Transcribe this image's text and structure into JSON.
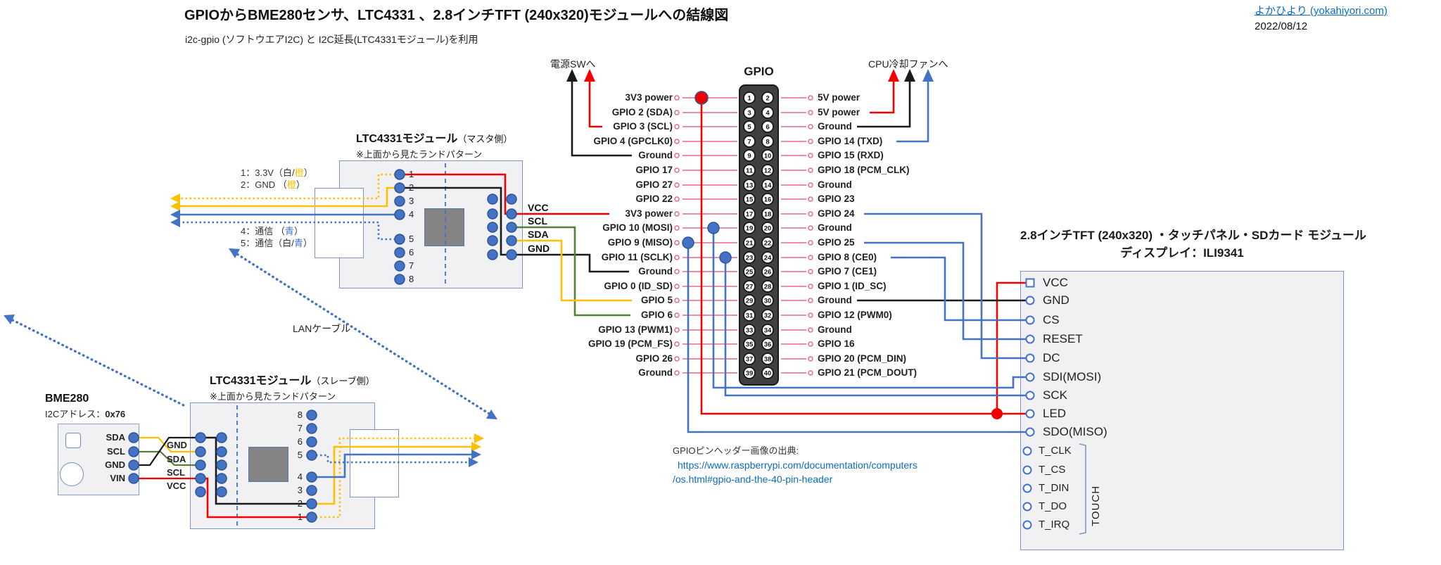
{
  "meta": {
    "title": "GPIOからBME280センサ、LTC4331 、2.8インチTFT (240x320)モジュールへの結線図",
    "subtitle": "i2c-gpio (ソフトウエアI2C) と I2C延長(LTC4331モジュール)を利用",
    "site_link": "よかひより (yokahiyori.com)",
    "date": "2022/08/12"
  },
  "gpio": {
    "label": "GPIO",
    "left_pins": [
      "3V3 power",
      "GPIO 2 (SDA)",
      "GPIO 3 (SCL)",
      "GPIO 4 (GPCLK0)",
      "Ground",
      "GPIO 17",
      "GPIO 27",
      "GPIO 22",
      "3V3 power",
      "GPIO 10 (MOSI)",
      "GPIO 9 (MISO)",
      "GPIO 11 (SCLK)",
      "Ground",
      "GPIO 0 (ID_SD)",
      "GPIO 5",
      "GPIO 6",
      "GPIO 13 (PWM1)",
      "GPIO 19 (PCM_FS)",
      "GPIO 26",
      "Ground"
    ],
    "right_pins": [
      "5V power",
      "5V power",
      "Ground",
      "GPIO 14 (TXD)",
      "GPIO 15 (RXD)",
      "GPIO 18 (PCM_CLK)",
      "Ground",
      "GPIO 23",
      "GPIO 24",
      "Ground",
      "GPIO 25",
      "GPIO 8 (CE0)",
      "GPIO 7 (CE1)",
      "GPIO 1 (ID_SC)",
      "Ground",
      "GPIO 12 (PWM0)",
      "Ground",
      "GPIO 16",
      "GPIO 20 (PCM_DIN)",
      "GPIO 21 (PCM_DOUT)"
    ]
  },
  "annotations": {
    "power_sw": "電源SWへ",
    "cpu_fan": "CPU冷却ファンへ",
    "lan_cable": "LANケーブル",
    "source_caption": "GPIOピンヘッダー画像の出典:",
    "source_link_1": "https://www.raspberrypi.com/documentation/computers",
    "source_link_2": "/os.html#gpio-and-the-40-pin-header"
  },
  "ltc_master": {
    "title": "LTC4331モジュール",
    "side": "（マスタ側）",
    "note": "※上面から見たランドパターン",
    "pin_numbers": [
      "1",
      "2",
      "3",
      "4",
      "5",
      "6",
      "7",
      "8"
    ],
    "out_labels": [
      "VCC",
      "SCL",
      "SDA",
      "GND"
    ],
    "legend": [
      {
        "segments": [
          {
            "t": "1：3.3V（白/"
          },
          {
            "t": "橙",
            "c": "#FFC000"
          },
          {
            "t": "）"
          }
        ]
      },
      {
        "segments": [
          {
            "t": "2：GND （"
          },
          {
            "t": "橙",
            "c": "#FFC000"
          },
          {
            "t": "）"
          }
        ]
      },
      {
        "segments": [
          {
            "t": "4：通信 （"
          },
          {
            "t": "青",
            "c": "#4472C4"
          },
          {
            "t": "）"
          }
        ]
      },
      {
        "segments": [
          {
            "t": "5：通信（白/"
          },
          {
            "t": "青",
            "c": "#4472C4"
          },
          {
            "t": "）"
          }
        ]
      }
    ]
  },
  "ltc_slave": {
    "title": "LTC4331モジュール",
    "side": "（スレーブ側）",
    "note": "※上面から見たランドパターン",
    "pin_numbers": [
      "8",
      "7",
      "6",
      "5",
      "4",
      "3",
      "2",
      "1"
    ],
    "in_labels": [
      "GND",
      "SDA",
      "SCL",
      "VCC"
    ]
  },
  "bme280": {
    "title": "BME280",
    "address_label": "I2Cアドレス：",
    "address_value": "0x76",
    "pins": [
      "SDA",
      "SCL",
      "GND",
      "VIN"
    ]
  },
  "tft": {
    "title_line1": "2.8インチTFT (240x320) ・タッチパネル・SDカード モジュール",
    "title_line2": "ディスプレイ：ILI9341",
    "pins": [
      "VCC",
      "GND",
      "CS",
      "RESET",
      "DC",
      "SDI(MOSI)",
      "SCK",
      "LED",
      "SDO(MISO)"
    ],
    "touch_pins": [
      "T_CLK",
      "T_CS",
      "T_DIN",
      "T_DO",
      "T_IRQ"
    ],
    "touch_label": "TOUCH"
  },
  "colors": {
    "red": "#f20000",
    "black": "#1a1a1a",
    "blue": "#4472c4",
    "yellow": "#ffc000",
    "green": "#538135",
    "pink": "#e5698b",
    "link": "#0d6cc1",
    "module_fill": "#f1f1f3",
    "module_border": "#7f97c2",
    "header_fill": "#3f3f41"
  }
}
